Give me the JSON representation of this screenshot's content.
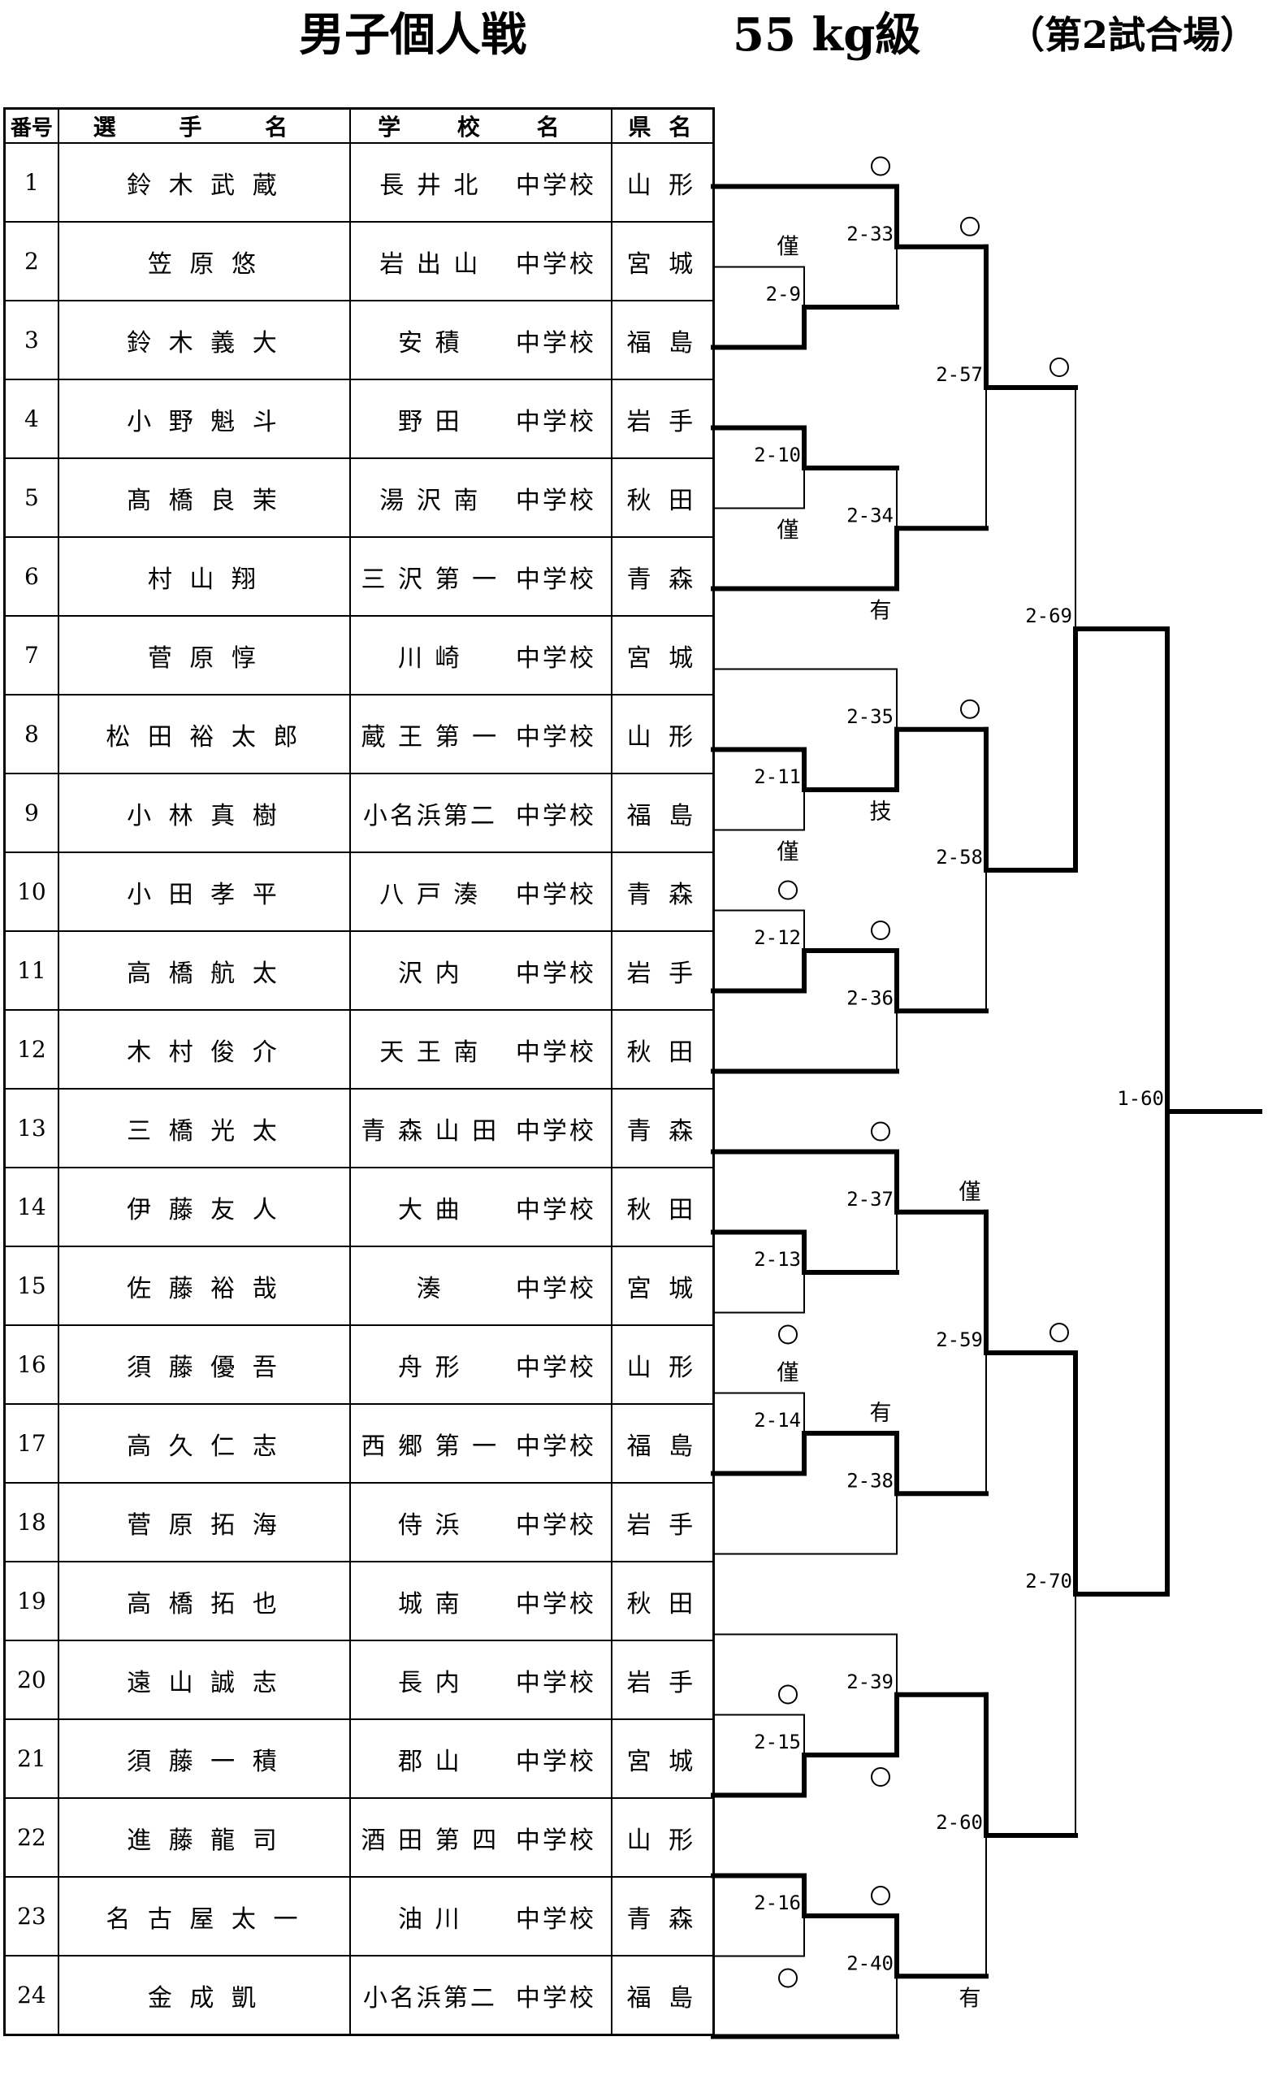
{
  "header": {
    "title": "男子個人戦",
    "weight_class": "55 kg級",
    "venue": "（第2試合場）"
  },
  "table": {
    "headers": [
      "番号",
      "選 手 名",
      "学 校 名",
      "県 名"
    ],
    "rows": [
      {
        "no": "1",
        "name": "鈴 木 武 蔵",
        "school": "長 井 北",
        "suffix": "中学校",
        "pref": "山 形"
      },
      {
        "no": "2",
        "name": "笠 原 悠",
        "school": "岩 出 山",
        "suffix": "中学校",
        "pref": "宮 城"
      },
      {
        "no": "3",
        "name": "鈴 木 義 大",
        "school": "安 積",
        "suffix": "中学校",
        "pref": "福 島"
      },
      {
        "no": "4",
        "name": "小 野 魁 斗",
        "school": "野 田",
        "suffix": "中学校",
        "pref": "岩 手"
      },
      {
        "no": "5",
        "name": "髙 橋 良 茉",
        "school": "湯 沢 南",
        "suffix": "中学校",
        "pref": "秋 田"
      },
      {
        "no": "6",
        "name": "村 山 翔",
        "school": "三 沢 第 一",
        "suffix": "中学校",
        "pref": "青 森"
      },
      {
        "no": "7",
        "name": "菅 原 惇",
        "school": "川 崎",
        "suffix": "中学校",
        "pref": "宮 城"
      },
      {
        "no": "8",
        "name": "松 田 裕 太 郎",
        "school": "蔵 王 第 一",
        "suffix": "中学校",
        "pref": "山 形"
      },
      {
        "no": "9",
        "name": "小 林 真 樹",
        "school": "小名浜第二",
        "suffix": "中学校",
        "pref": "福 島"
      },
      {
        "no": "10",
        "name": "小 田 孝 平",
        "school": "八 戸 湊",
        "suffix": "中学校",
        "pref": "青 森"
      },
      {
        "no": "11",
        "name": "高 橋 航 太",
        "school": "沢 内",
        "suffix": "中学校",
        "pref": "岩 手"
      },
      {
        "no": "12",
        "name": "木 村 俊 介",
        "school": "天 王 南",
        "suffix": "中学校",
        "pref": "秋 田"
      },
      {
        "no": "13",
        "name": "三 橋 光 太",
        "school": "青 森 山 田",
        "suffix": "中学校",
        "pref": "青 森"
      },
      {
        "no": "14",
        "name": "伊 藤 友 人",
        "school": "大 曲",
        "suffix": "中学校",
        "pref": "秋 田"
      },
      {
        "no": "15",
        "name": "佐 藤 裕 哉",
        "school": "湊",
        "suffix": "中学校",
        "pref": "宮 城"
      },
      {
        "no": "16",
        "name": "須 藤 優 吾",
        "school": "舟 形",
        "suffix": "中学校",
        "pref": "山 形"
      },
      {
        "no": "17",
        "name": "高 久 仁 志",
        "school": "西 郷 第 一",
        "suffix": "中学校",
        "pref": "福 島"
      },
      {
        "no": "18",
        "name": "菅 原 拓 海",
        "school": "侍 浜",
        "suffix": "中学校",
        "pref": "岩 手"
      },
      {
        "no": "19",
        "name": "高 橋 拓 也",
        "school": "城 南",
        "suffix": "中学校",
        "pref": "秋 田"
      },
      {
        "no": "20",
        "name": "遠 山 誠 志",
        "school": "長 内",
        "suffix": "中学校",
        "pref": "岩 手"
      },
      {
        "no": "21",
        "name": "須 藤 一 積",
        "school": "郡 山",
        "suffix": "中学校",
        "pref": "宮 城"
      },
      {
        "no": "22",
        "name": "進 藤 龍 司",
        "school": "酒 田 第 四",
        "suffix": "中学校",
        "pref": "山 形"
      },
      {
        "no": "23",
        "name": "名 古 屋 太 一",
        "school": "油 川",
        "suffix": "中学校",
        "pref": "青 森"
      },
      {
        "no": "24",
        "name": "金 成 凱",
        "school": "小名浜第二",
        "suffix": "中学校",
        "pref": "福 島"
      }
    ]
  },
  "bracket": {
    "round1": [
      {
        "label": "2-9",
        "result": "僅"
      },
      {
        "label": "2-10",
        "result": "僅"
      },
      {
        "label": "2-11",
        "result": "僅"
      },
      {
        "label": "2-12",
        "result": "○"
      },
      {
        "label": "2-13",
        "result": "○"
      },
      {
        "label": "2-14",
        "result": "僅"
      },
      {
        "label": "2-15",
        "result": "○"
      },
      {
        "label": "2-16",
        "result": "○"
      }
    ],
    "round2": [
      {
        "label": "2-33",
        "result": "○"
      },
      {
        "label": "2-34",
        "result": "有"
      },
      {
        "label": "2-35",
        "result": "技"
      },
      {
        "label": "2-36",
        "result": "○"
      },
      {
        "label": "2-37",
        "result": "○"
      },
      {
        "label": "2-38",
        "result": "有"
      },
      {
        "label": "2-39",
        "result": "○"
      },
      {
        "label": "2-40",
        "result": "○"
      }
    ],
    "round3": [
      {
        "label": "2-57",
        "result": "○"
      },
      {
        "label": "2-58",
        "result": "○"
      },
      {
        "label": "2-59",
        "result": "僅"
      },
      {
        "label": "2-60",
        "result": "有"
      }
    ],
    "round4": [
      {
        "label": "2-69",
        "result": "○"
      },
      {
        "label": "2-70",
        "result": "○"
      }
    ],
    "final": {
      "label": "1-60"
    }
  }
}
